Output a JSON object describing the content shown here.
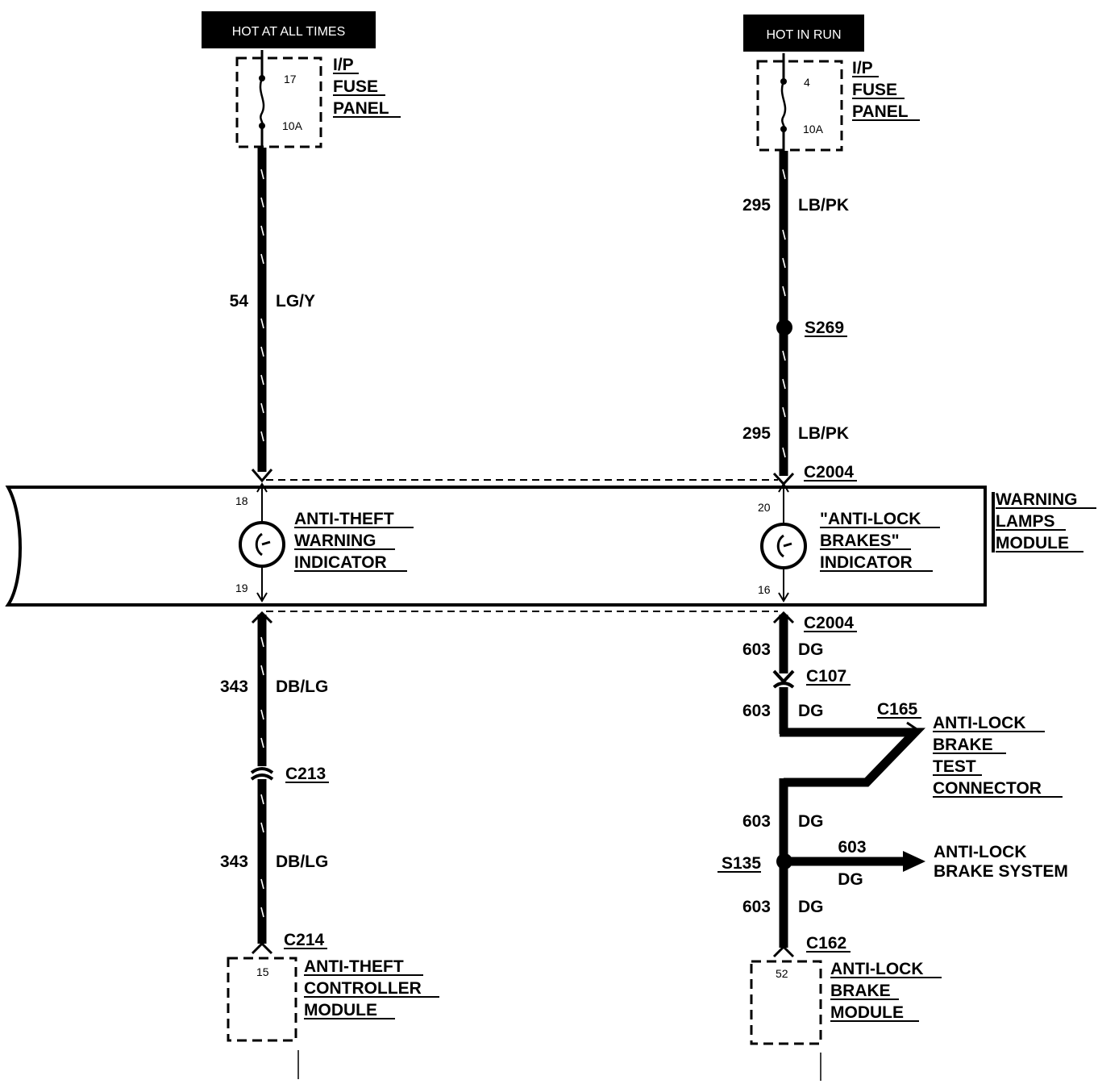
{
  "left": {
    "power_label": "HOT AT ALL TIMES",
    "fuse_number": "17",
    "fuse_rating": "10A",
    "fuse_panel": [
      "I/P",
      "FUSE",
      "PANEL"
    ],
    "wire_top": {
      "circuit": "54",
      "color": "LG/Y"
    },
    "connector_top": "",
    "indicator_pin_top": "18",
    "indicator_pin_bottom": "19",
    "indicator_label": [
      "ANTI-THEFT",
      "WARNING",
      "INDICATOR"
    ],
    "wire_bottom_1": {
      "circuit": "343",
      "color": "DB/LG"
    },
    "inline_connector": "C213",
    "wire_bottom_2": {
      "circuit": "343",
      "color": "DB/LG"
    },
    "end_connector": "C214",
    "end_pin": "15",
    "end_module": [
      "ANTI-THEFT",
      "CONTROLLER",
      "MODULE"
    ]
  },
  "right": {
    "power_label": "HOT IN RUN",
    "fuse_number": "4",
    "fuse_rating": "10A",
    "fuse_panel": [
      "I/P",
      "FUSE",
      "PANEL"
    ],
    "wire_top_1": {
      "circuit": "295",
      "color": "LB/PK"
    },
    "splice_top": "S269",
    "wire_top_2": {
      "circuit": "295",
      "color": "LB/PK"
    },
    "connector_top": "C2004",
    "indicator_pin_top": "20",
    "indicator_pin_bottom": "16",
    "indicator_label": [
      "\"ANTI-LOCK",
      "BRAKES\"",
      "INDICATOR"
    ],
    "connector_bottom": "C2004",
    "wire_b1": {
      "circuit": "603",
      "color": "DG"
    },
    "inline_connector": "C107",
    "wire_b2": {
      "circuit": "603",
      "color": "DG"
    },
    "test_connector_id": "C165",
    "test_connector_label": [
      "ANTI-LOCK",
      "BRAKE",
      "TEST",
      "CONNECTOR"
    ],
    "wire_b3": {
      "circuit": "603",
      "color": "DG"
    },
    "splice_bottom": "S135",
    "branch": {
      "circuit": "603",
      "color": "DG",
      "label": [
        "ANTI-LOCK",
        "BRAKE SYSTEM"
      ]
    },
    "wire_b4": {
      "circuit": "603",
      "color": "DG"
    },
    "end_connector": "C162",
    "end_pin": "52",
    "end_module": [
      "ANTI-LOCK",
      "BRAKE",
      "MODULE"
    ]
  },
  "module_label": [
    "WARNING",
    "LAMPS",
    "MODULE"
  ]
}
